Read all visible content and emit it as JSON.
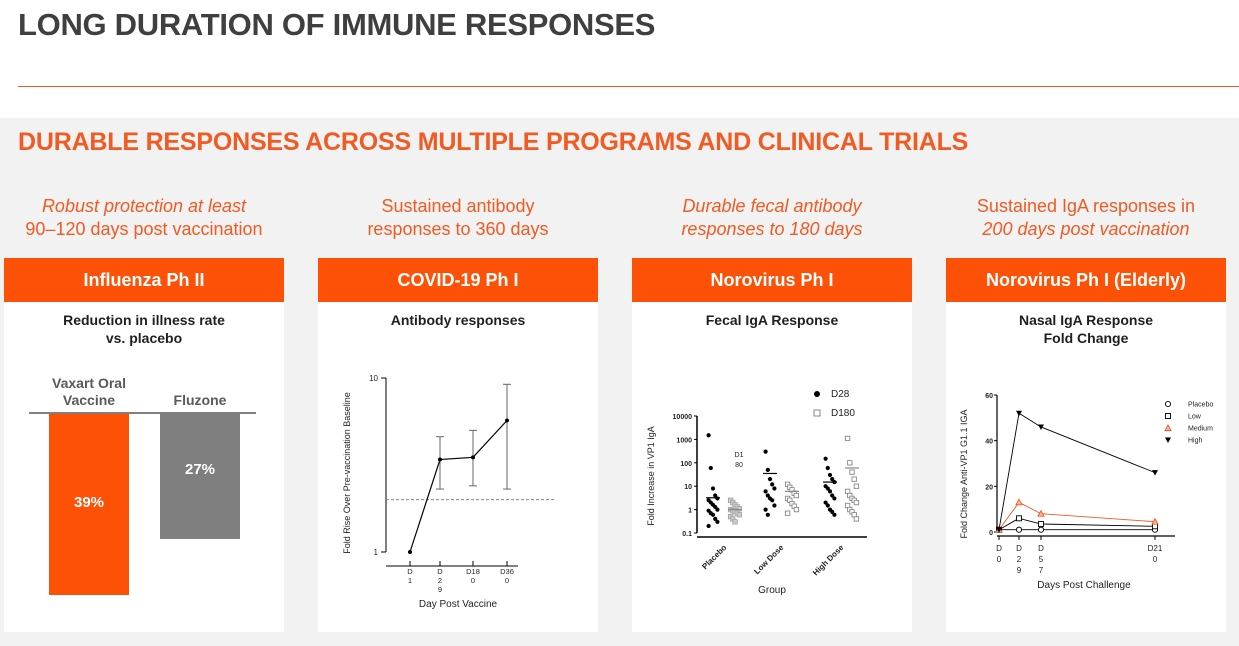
{
  "header": {
    "title": "LONG DURATION OF IMMUNE RESPONSES",
    "subtitle": "DURABLE RESPONSES ACROSS MULTIPLE PROGRAMS AND CLINICAL TRIALS"
  },
  "colors": {
    "accent": "#fd5108",
    "gray_bar": "#7f7f7f",
    "placebo_gray": "#a6a6a6"
  },
  "captions": [
    {
      "line1": "Robust protection at least",
      "line2": "90–120 days post vaccination",
      "italic": true
    },
    {
      "line1": "Sustained antibody",
      "line2": "responses to 360 days",
      "italic": false
    },
    {
      "line1": "Durable fecal antibody",
      "line2": "responses to 180 days",
      "italic": true
    },
    {
      "line1": "Sustained IgA responses in",
      "line2": "200 days post vaccination",
      "italic_line2": true
    }
  ],
  "panels": [
    {
      "header": "Influenza Ph II",
      "title_line1": "Reduction in illness rate",
      "title_line2": "vs. placebo"
    },
    {
      "header": "COVID-19 Ph I",
      "title_line1": "Antibody responses"
    },
    {
      "header": "Norovirus Ph I",
      "title_line1": "Fecal IgA Response"
    },
    {
      "header": "Norovirus Ph I (Elderly)",
      "title_line1": "Nasal IgA Response",
      "title_line2": "Fold Change"
    }
  ],
  "chart_data": [
    {
      "type": "bar",
      "categories": [
        "Vaxart Oral Vaccine",
        "Fluzone"
      ],
      "category_lines": [
        [
          "Vaxart Oral",
          "Vaccine"
        ],
        [
          "Fluzone"
        ]
      ],
      "values": [
        39,
        27
      ],
      "value_labels": [
        "39%",
        "27%"
      ],
      "orientation": "hanging-from-baseline",
      "ylim": [
        0,
        45
      ]
    },
    {
      "type": "line",
      "xlabel": "Day Post Vaccine",
      "ylabel": "Fold Rise Over Pre-vaccination Baseline",
      "yscale": "log",
      "ylim": [
        1,
        10
      ],
      "yticks": [
        "1",
        "10"
      ],
      "x_ticks": [
        [
          "D",
          "1"
        ],
        [
          "D",
          "2",
          "9"
        ],
        [
          "D18",
          "0"
        ],
        [
          "D36",
          "0"
        ]
      ],
      "x": [
        1,
        29,
        180,
        360
      ],
      "y": [
        1.0,
        3.4,
        3.5,
        5.7
      ],
      "error_low": [
        1.0,
        2.3,
        2.4,
        2.3
      ],
      "error_high": [
        1.0,
        4.6,
        5.0,
        9.2
      ],
      "reference_line": 2.0
    },
    {
      "type": "scatter",
      "xlabel": "Group",
      "ylabel": "Fold Increase in VP1 IgA",
      "yscale": "log",
      "yticks": [
        "0.1",
        "1",
        "10",
        "100",
        "1000",
        "10000"
      ],
      "categories": [
        "Placebo",
        "Low Dose",
        "High Dose"
      ],
      "legend": [
        {
          "name": "D28",
          "marker": "filled-circle"
        },
        {
          "name": "D180",
          "marker": "open-square"
        }
      ],
      "stray_label": [
        "D1",
        "80"
      ],
      "series": [
        {
          "name": "D28",
          "group": "Placebo",
          "values": [
            1500,
            60,
            8,
            4,
            3,
            2.5,
            2,
            1.6,
            1.3,
            1.0,
            0.9,
            0.7,
            0.6,
            0.4,
            0.3,
            0.2
          ],
          "mean": 3.2
        },
        {
          "name": "D180",
          "group": "Placebo",
          "values": [
            2.5,
            2.0,
            1.6,
            1.3,
            1.1,
            1.0,
            0.9,
            0.8,
            0.7,
            0.6,
            0.5,
            0.4,
            0.3
          ],
          "mean": 1.0
        },
        {
          "name": "D28",
          "group": "Low Dose",
          "values": [
            300,
            50,
            20,
            12,
            8,
            6,
            4,
            3,
            2.5,
            1.5,
            1.0,
            0.6
          ],
          "mean": 35
        },
        {
          "name": "D180",
          "group": "Low Dose",
          "values": [
            12,
            9,
            7,
            5,
            4,
            3,
            2.5,
            1.8,
            1.4,
            1.0,
            0.7
          ],
          "mean": 6
        },
        {
          "name": "D28",
          "group": "High Dose",
          "values": [
            150,
            60,
            30,
            20,
            15,
            10,
            8,
            6,
            4,
            3,
            2,
            1.5,
            1.0,
            0.8,
            0.6
          ],
          "mean": 15
        },
        {
          "name": "D180",
          "group": "High Dose",
          "values": [
            1100,
            100,
            40,
            20,
            10,
            6,
            4,
            3,
            2.5,
            2.0,
            1.5,
            1.0,
            0.8,
            0.6,
            0.4
          ],
          "mean": 60
        }
      ]
    },
    {
      "type": "line",
      "xlabel": "Days Post Challenge",
      "ylabel": "Fold Change Anti-VP1 G1.1 IGA",
      "ylim": [
        0,
        60
      ],
      "yticks": [
        "0",
        "20",
        "40",
        "60"
      ],
      "x_ticks": [
        [
          "D",
          "0"
        ],
        [
          "D",
          "2",
          "9"
        ],
        [
          "D",
          "5",
          "7"
        ],
        [
          "D21",
          "0"
        ]
      ],
      "x": [
        0,
        29,
        57,
        210
      ],
      "series": [
        {
          "name": "Placebo",
          "marker": "open-circle",
          "color": "#000000",
          "values": [
            1,
            1,
            1,
            1
          ]
        },
        {
          "name": "Low",
          "marker": "open-square",
          "color": "#000000",
          "values": [
            1,
            6,
            3.5,
            2.5
          ]
        },
        {
          "name": "Medium",
          "marker": "triangle",
          "color": "#f15a22",
          "values": [
            1,
            13,
            8,
            4.5
          ]
        },
        {
          "name": "High",
          "marker": "inverted-triangle",
          "color": "#000000",
          "values": [
            1,
            52,
            46,
            26
          ]
        }
      ]
    }
  ]
}
